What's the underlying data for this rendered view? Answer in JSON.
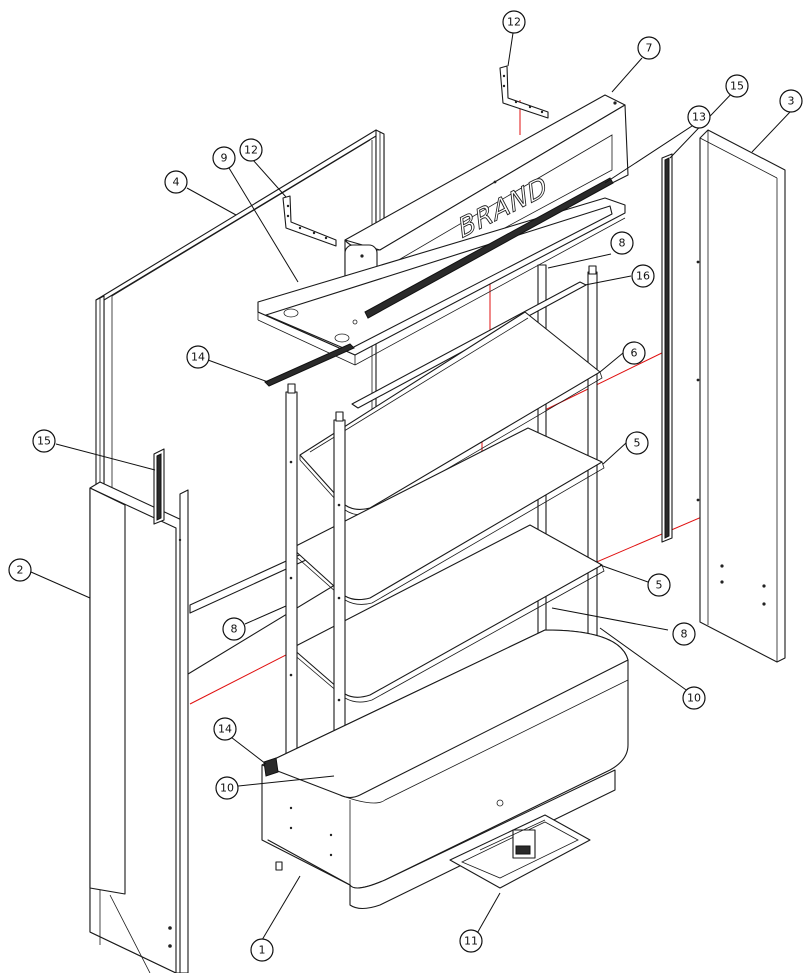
{
  "brand": {
    "text": "BRAND"
  },
  "colors": {
    "guide_line": "#e01010",
    "line": "#1a1a1a",
    "background": "#ffffff"
  },
  "callouts": [
    {
      "id": "c1",
      "label": "1"
    },
    {
      "id": "c2",
      "label": "2"
    },
    {
      "id": "c3",
      "label": "3"
    },
    {
      "id": "c4",
      "label": "4"
    },
    {
      "id": "c5a",
      "label": "5"
    },
    {
      "id": "c5b",
      "label": "5"
    },
    {
      "id": "c6",
      "label": "6"
    },
    {
      "id": "c7",
      "label": "7"
    },
    {
      "id": "c8a",
      "label": "8"
    },
    {
      "id": "c8b",
      "label": "8"
    },
    {
      "id": "c8c",
      "label": "8"
    },
    {
      "id": "c9",
      "label": "9"
    },
    {
      "id": "c10a",
      "label": "10"
    },
    {
      "id": "c10b",
      "label": "10"
    },
    {
      "id": "c11",
      "label": "11"
    },
    {
      "id": "c12a",
      "label": "12"
    },
    {
      "id": "c12b",
      "label": "12"
    },
    {
      "id": "c13",
      "label": "13"
    },
    {
      "id": "c14a",
      "label": "14"
    },
    {
      "id": "c14b",
      "label": "14"
    },
    {
      "id": "c15a",
      "label": "15"
    },
    {
      "id": "c15b",
      "label": "15"
    },
    {
      "id": "c16",
      "label": "16"
    }
  ]
}
